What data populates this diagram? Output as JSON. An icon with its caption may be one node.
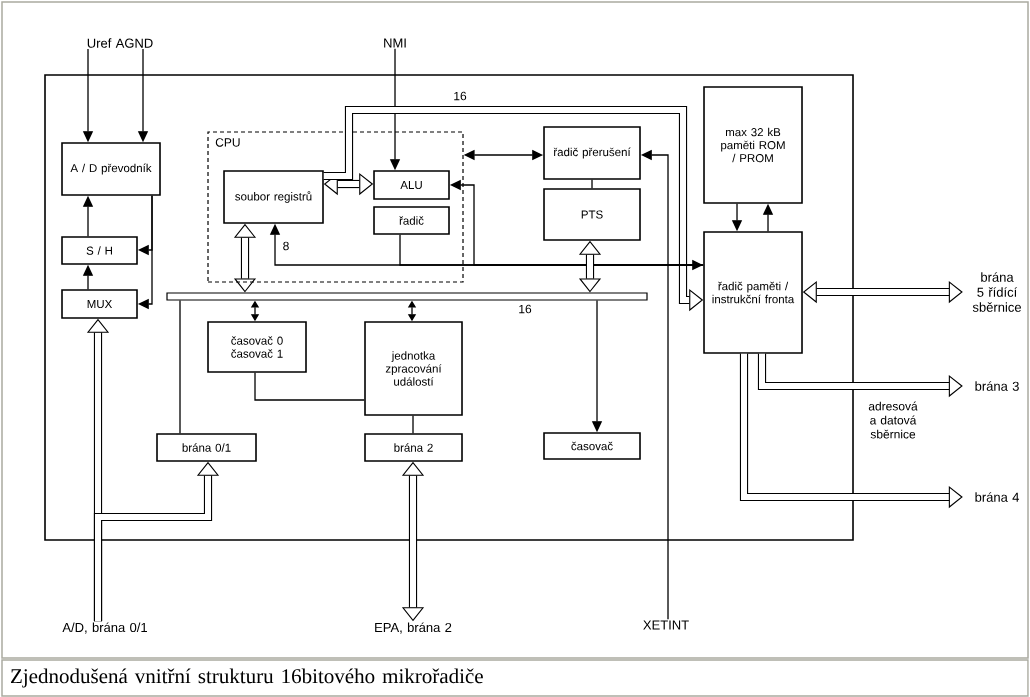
{
  "diagram": {
    "caption": "Zjednodušená vnitřní strukturu 16bitového mikrořadiče",
    "nodes": [
      {
        "text": [],
        "shape": "box"
      },
      {
        "text": [
          "Uref AGND"
        ]
      },
      {
        "text": [
          "A / D převodník"
        ],
        "in": 0
      },
      {
        "text": [
          "S / H"
        ],
        "in": 0
      },
      {
        "text": [
          "MUX"
        ],
        "in": 0
      },
      {
        "text": [
          "CPU"
        ],
        "in": 0
      },
      {
        "text": [
          "soubor registrů"
        ],
        "in": 5
      },
      {
        "text": [
          "ALU"
        ],
        "in": 5
      },
      {
        "text": [
          "řadič"
        ],
        "in": 5
      },
      {
        "text": [
          "NMI"
        ]
      },
      {
        "text": [
          "řadič přerušení"
        ],
        "in": 0
      },
      {
        "text": [
          "PTS"
        ],
        "in": 0
      },
      {
        "text": [
          "max 32 kB paměti ROM / PROM"
        ],
        "in": 0
      },
      {
        "text": [
          "řadič paměti / instrukční fronta"
        ],
        "in": 0
      },
      {
        "text": [],
        "shape": "bar",
        "in": 0
      },
      {
        "text": [
          "časovač 0 časovač 1"
        ],
        "in": 0
      },
      {
        "text": [
          "jednotka zpracování událostí"
        ],
        "in": 0
      },
      {
        "text": [
          "brána 0/1"
        ],
        "in": 0
      },
      {
        "text": [
          "brána 2"
        ],
        "in": 0
      },
      {
        "text": [
          "časovač"
        ],
        "in": 0
      },
      {
        "text": [
          "A/D, brána 0/1"
        ]
      },
      {
        "text": [
          "EPA, brána 2"
        ]
      },
      {
        "text": [
          "XETINT"
        ]
      },
      {
        "text": [
          "brána 5 řídící sběrnice"
        ]
      },
      {
        "text": [
          "brána 3"
        ]
      },
      {
        "text": [
          "brána 4"
        ]
      }
    ],
    "edges": [
      {
        "from": 1,
        "to": 2,
        "arrow": "to"
      },
      {
        "from": 1,
        "to": 2,
        "arrow": "to"
      },
      {
        "from": 3,
        "to": 2,
        "arrow": "to"
      },
      {
        "from": 4,
        "to": 3,
        "arrow": "to"
      },
      {
        "from": 2,
        "to": 3,
        "arrow": "to"
      },
      {
        "from": 2,
        "to": 4,
        "arrow": "to"
      },
      {
        "from": 9,
        "to": 7,
        "arrow": "to"
      },
      {
        "from": 6,
        "to": 7,
        "arrow": "both",
        "style": "thick"
      },
      {
        "from": 6,
        "to": 14,
        "arrow": "both",
        "style": "thick"
      },
      {
        "from": 6,
        "to": 13,
        "arrow": "to",
        "style": "thick"
      },
      {
        "from": 13,
        "to": 6,
        "arrow": "to"
      },
      {
        "from": 13,
        "to": 7,
        "arrow": "to"
      },
      {
        "from": 8,
        "to": 13,
        "arrow": "to"
      },
      {
        "from": 5,
        "to": 10,
        "arrow": "both"
      },
      {
        "from": 22,
        "to": 10,
        "arrow": "to"
      },
      {
        "from": 10,
        "to": 11,
        "arrow": "none"
      },
      {
        "from": 11,
        "to": 14,
        "arrow": "both",
        "style": "thick"
      },
      {
        "from": 12,
        "to": 13,
        "arrow": "to"
      },
      {
        "from": 13,
        "to": 12,
        "arrow": "to"
      },
      {
        "from": 13,
        "to": 23,
        "arrow": "both",
        "style": "thick"
      },
      {
        "from": 13,
        "to": 24,
        "arrow": "to",
        "style": "thick"
      },
      {
        "from": 13,
        "to": 25,
        "arrow": "to",
        "style": "thick"
      },
      {
        "from": 14,
        "to": 15,
        "arrow": "both"
      },
      {
        "from": 14,
        "to": 16,
        "arrow": "both"
      },
      {
        "from": 14,
        "to": 19,
        "arrow": "to"
      },
      {
        "from": 14,
        "to": 17,
        "arrow": "none"
      },
      {
        "from": 15,
        "to": 16,
        "arrow": "none"
      },
      {
        "from": 16,
        "to": 18,
        "arrow": "none"
      },
      {
        "from": 20,
        "to": 4,
        "arrow": "to",
        "style": "thick"
      },
      {
        "from": 20,
        "to": 17,
        "arrow": "to",
        "style": "thick"
      },
      {
        "from": 18,
        "to": 21,
        "arrow": "both",
        "style": "thick"
      }
    ],
    "labels": [
      "16",
      "8",
      "16",
      "adresová a datová sběrnice"
    ]
  }
}
